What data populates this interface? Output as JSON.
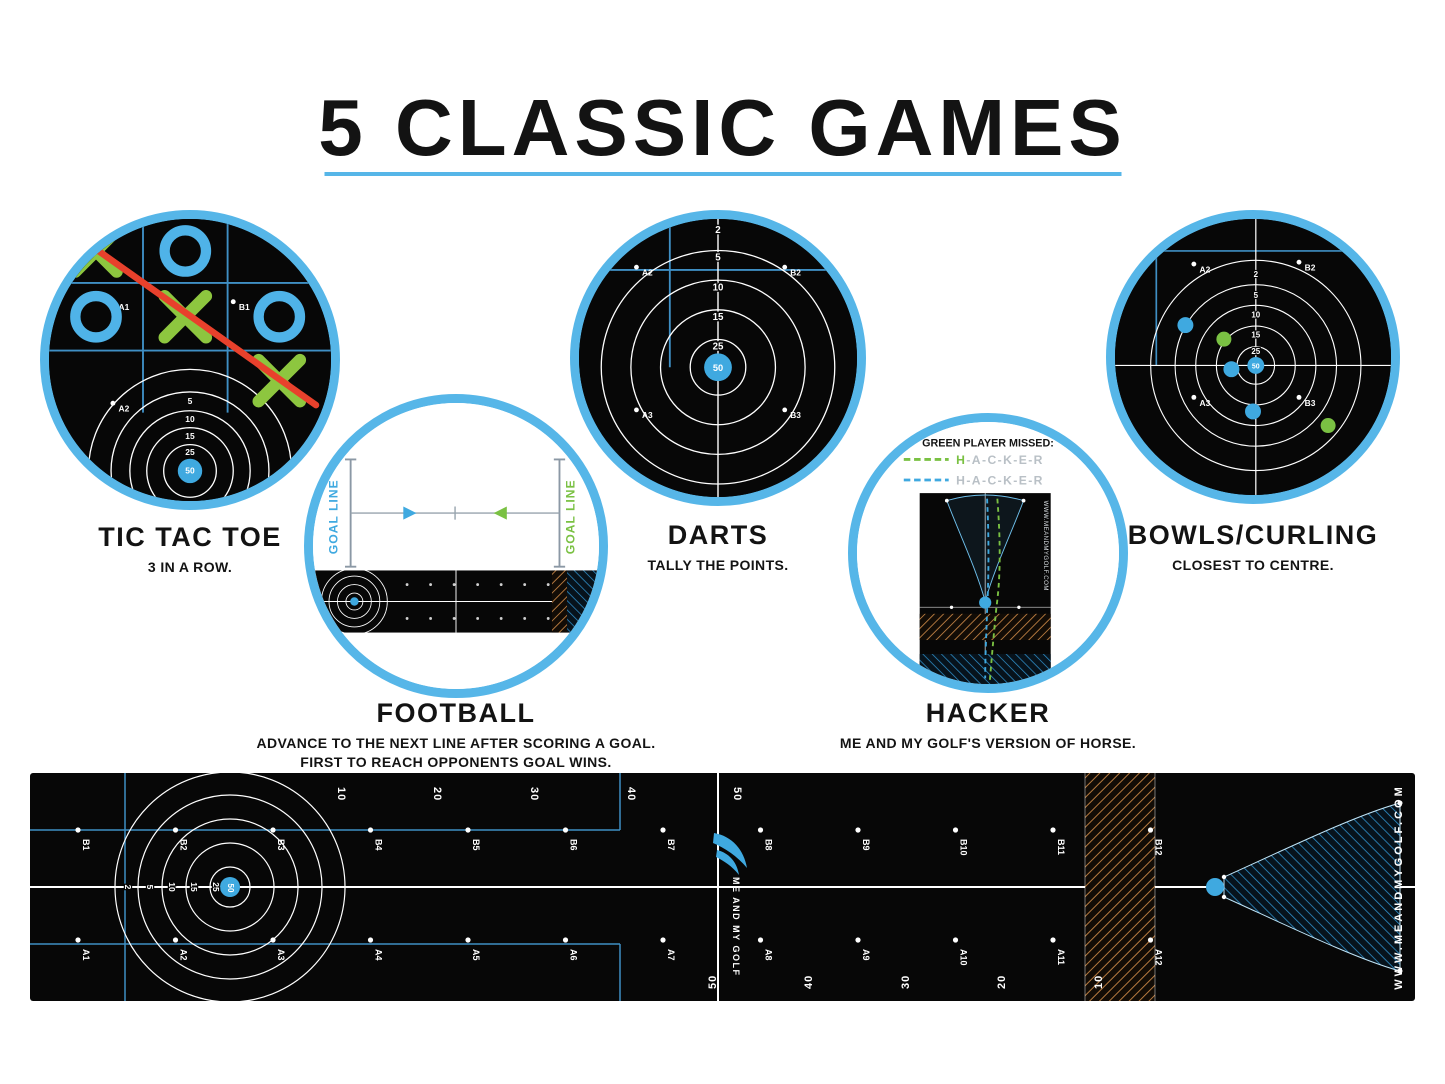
{
  "title": "5 CLASSIC GAMES",
  "games": {
    "tictactoe": {
      "title": "TIC TAC TOE",
      "subtitle": "3 IN A ROW."
    },
    "football": {
      "title": "FOOTBALL",
      "subtitle1": "ADVANCE TO THE NEXT LINE AFTER SCORING A GOAL.",
      "subtitle2": "FIRST TO REACH OPPONENTS GOAL WINS."
    },
    "darts": {
      "title": "DARTS",
      "subtitle": "TALLY THE POINTS."
    },
    "hacker": {
      "title": "HACKER",
      "subtitle": "ME AND MY GOLF'S VERSION OF HORSE."
    },
    "bowls": {
      "title": "BOWLS/CURLING",
      "subtitle": "CLOSEST TO CENTRE."
    }
  },
  "hacker_panel": {
    "heading": "GREEN PLAYER MISSED:",
    "green_letter": "H",
    "green_rest": "-A-C-K-E-R",
    "blue_word": "H-A-C-K-E-R",
    "site_vertical": "WWW.MEANDMYGOLF.COM"
  },
  "football_panel": {
    "goal_line_left": "GOAL LINE",
    "goal_line_right": "GOAL LINE"
  },
  "rings": {
    "r2": "2",
    "r5": "5",
    "r10": "10",
    "r15": "15",
    "r25": "25",
    "r50": "50"
  },
  "grid_labels": {
    "a1": "A1",
    "a2": "A2",
    "a3": "A3",
    "b1": "B1",
    "b2": "B2",
    "b3": "B3"
  },
  "mat": {
    "top_distances": [
      "10",
      "20",
      "30",
      "40",
      "50"
    ],
    "bottom_distances": [
      "50",
      "40",
      "30",
      "20",
      "10"
    ],
    "b_labels": [
      "B1",
      "B2",
      "B3",
      "B4",
      "B5",
      "B6",
      "B7",
      "B8",
      "B9",
      "B10",
      "B11",
      "B12"
    ],
    "a_labels": [
      "A1",
      "A2",
      "A3",
      "A4",
      "A5",
      "A6",
      "A7",
      "A8",
      "A9",
      "A10",
      "A11",
      "A12"
    ],
    "brand": "ME AND MY GOLF",
    "site_vertical": "WWW.MEANDMYGOLF.COM"
  },
  "colors": {
    "accent_blue": "#56b6e8",
    "green": "#8dc63f",
    "red": "#e8412c",
    "orange": "#b5793f"
  }
}
